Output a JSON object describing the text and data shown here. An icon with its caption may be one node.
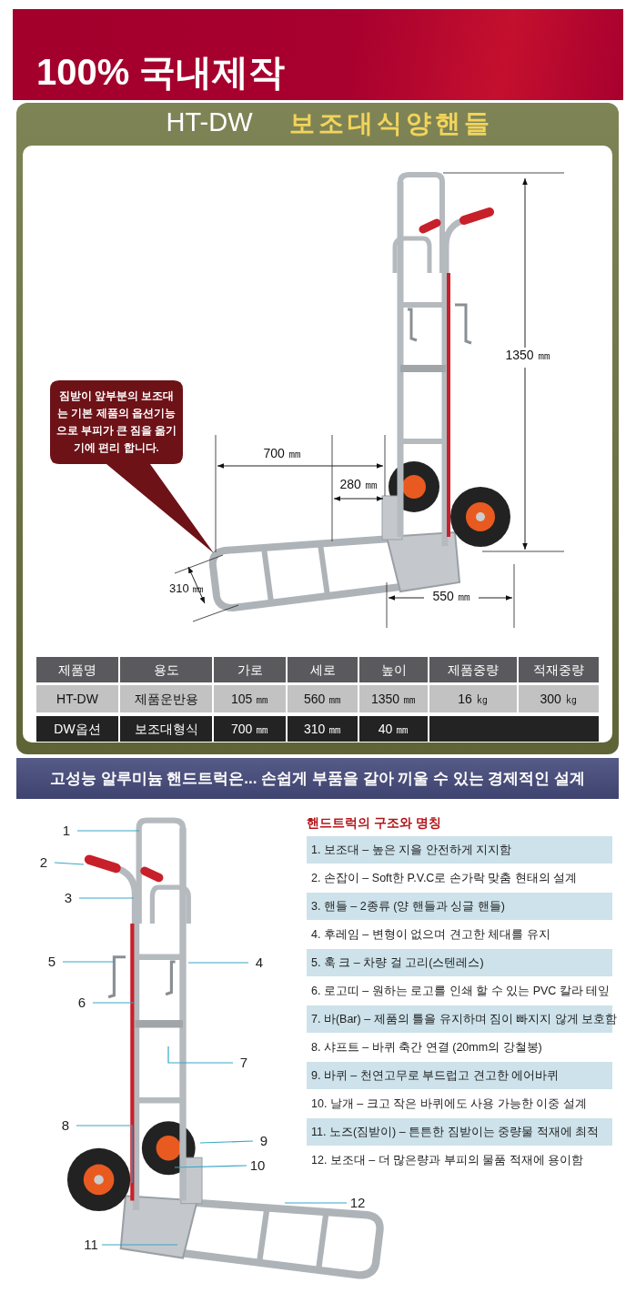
{
  "diagram": {
    "title": "100% 국내제작",
    "nodes": [
      {
        "text": [
          "짐받이 앞부분의 보조대는 기본 제품의 옵션기능으로 부피가 큰 짐을 옮기기에 편리 합니다."
        ]
      },
      {
        "text": [
          "1"
        ]
      },
      {
        "text": [
          "2"
        ]
      },
      {
        "text": [
          "3"
        ]
      },
      {
        "text": [
          "4"
        ]
      },
      {
        "text": [
          "5"
        ]
      },
      {
        "text": [
          "6"
        ]
      },
      {
        "text": [
          "7"
        ]
      },
      {
        "text": [
          "8"
        ]
      },
      {
        "text": [
          "9"
        ]
      },
      {
        "text": [
          "10"
        ]
      },
      {
        "text": [
          "11"
        ]
      },
      {
        "text": [
          "12"
        ]
      }
    ],
    "edges": [
      {
        "from": 1,
        "to": null,
        "arrow": "none"
      },
      {
        "from": 2,
        "to": null,
        "arrow": "none"
      },
      {
        "from": 3,
        "to": null,
        "arrow": "none"
      },
      {
        "from": 4,
        "to": null,
        "arrow": "none"
      },
      {
        "from": 5,
        "to": null,
        "arrow": "none"
      },
      {
        "from": 6,
        "to": null,
        "arrow": "none"
      },
      {
        "from": 7,
        "to": null,
        "arrow": "none"
      },
      {
        "from": 8,
        "to": null,
        "arrow": "none"
      },
      {
        "from": 9,
        "to": null,
        "arrow": "none"
      },
      {
        "from": 10,
        "to": null,
        "arrow": "none"
      },
      {
        "from": 11,
        "to": null,
        "arrow": "none"
      },
      {
        "from": 12,
        "to": null,
        "arrow": "none"
      }
    ],
    "labels": [
      "HT-DW",
      "보조대식양핸들",
      "1350 ㎜",
      "700 ㎜",
      "280 ㎜",
      "310 ㎜",
      "550 ㎜",
      "제품명",
      "용도",
      "가로",
      "세로",
      "높이",
      "제품중량",
      "적재중량",
      "HT-DW",
      "제품운반용",
      "105 ㎜",
      "560 ㎜",
      "1350 ㎜",
      "16 ㎏",
      "300 ㎏",
      "DW옵션",
      "보조대형식",
      "700 ㎜",
      "310 ㎜",
      "40 ㎜",
      "고성능 알루미늄 핸드트럭은... 손쉽게 부품을 갈아 끼울 수 있는 경제적인 설계",
      "핸드트럭의 구조와 명칭",
      "1. 보조대 – 높은 지을 안전하게 지지함",
      "2. 손잡이 – Soft한 P.V.C로 손가락 맞춤 현태의 설계",
      "3. 핸들 – 2종류 (양 핸들과 싱글 핸들)",
      "4. 후레임 – 변형이 없으며 견고한 체대를 유지",
      "5. 훅  크 – 차량 걸 고리(스텐레스)",
      "6. 로고띠 – 원하는 로고를 인쇄 할 수 있는 PVC 칼라 테잎",
      "7. 바(Bar) – 제품의 틀을 유지하며 짐이 빠지지 않게 보호함",
      "8. 샤프트 – 바퀴 축간 연결 (20mm의 강철봉)",
      "9. 바퀴 – 천연고무로 부드럽고 견고한 에어바퀴",
      "10. 날개 – 크고 작은 바퀴에도 사용 가능한 이중 설계",
      "11. 노즈(짐받이) – 튼튼한 짐받이는 중량물 적재에 최적",
      "12. 보조대 – 더 많은량과 부피의 물품 적재에 용이함"
    ]
  }
}
